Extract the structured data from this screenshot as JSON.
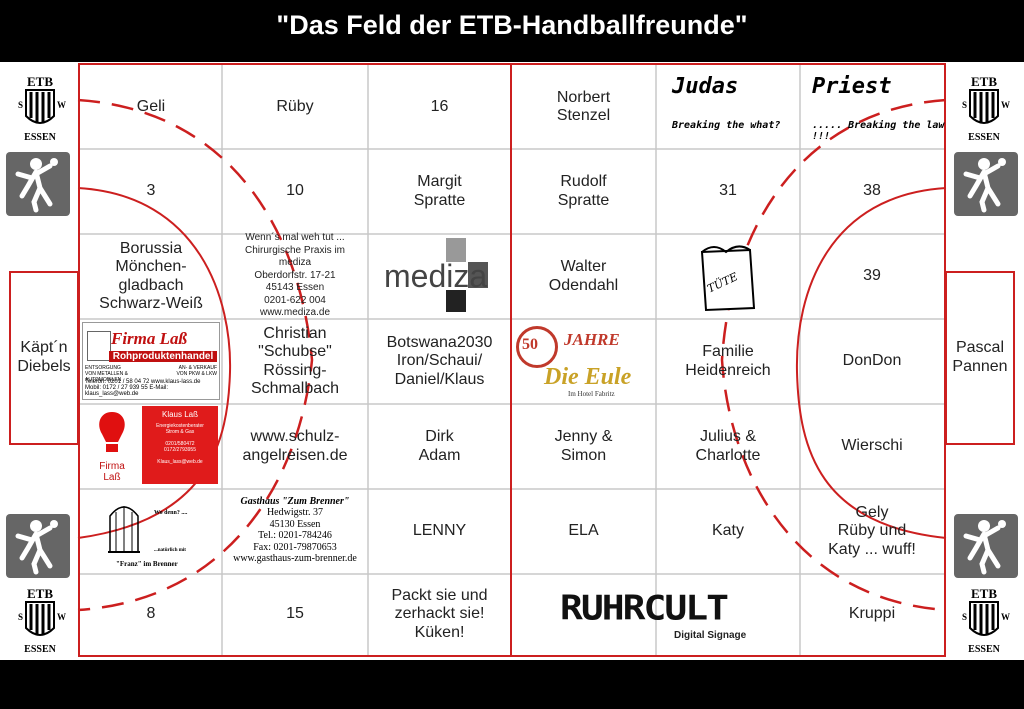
{
  "header": {
    "title": "\"Das Feld der ETB-Handballfreunde\""
  },
  "brand": {
    "logo_top": "ETB",
    "logo_left": "S",
    "logo_right": "W",
    "logo_bottom": "ESSEN"
  },
  "sides": {
    "left": "Käpt´n\nDiebels",
    "right": "Pascal\nPannen"
  },
  "grid": [
    [
      "Geli",
      "Rüby",
      "16",
      "Norbert\nStenzel",
      "",
      ""
    ],
    [
      "3",
      "10",
      "Margit\nSpratte",
      "Rudolf\nSpratte",
      "31",
      "38"
    ],
    [
      "Borussia\nMönchen-\ngladbach\nSchwarz-Weiß",
      "",
      "",
      "Walter\nOdendahl",
      "",
      "39"
    ],
    [
      "",
      "Christian\n\"Schubse\"\nRössing-\nSchmalbach",
      "Botswana2030\nIron/Schaui/\nDaniel/Klaus",
      "",
      "Familie\nHeidenreich",
      "DonDon"
    ],
    [
      "",
      "www.schulz-\nangelreisen.de",
      "Dirk\nAdam",
      "Jenny &\nSimon",
      "Julius &\nCharlotte",
      "Wierschi"
    ],
    [
      "",
      "",
      "LENNY",
      "ELA",
      "Katy",
      "Gely\nRüby und\nKaty ... wuff!"
    ],
    [
      "8",
      "15",
      "Packt sie und\nzerhackt sie!\nKüken!",
      "",
      "",
      "Kruppi"
    ]
  ],
  "ads": {
    "judas_title": "Judas",
    "judas_sub": "Breaking the what?",
    "priest_title": "Priest",
    "priest_sub": "..... Breaking the law !!!",
    "mediza_text": "Wenn´s mal weh tut ...\nChirurgische Praxis im mediza\nOberdorfstr. 17-21\n45143 Essen\n0201-622 004\nwww.mediza.de",
    "mediza_logo": "mediza",
    "tute": "TÜTE",
    "firma_title": "Firma Laß",
    "firma_sub": "Rohproduktenhandel",
    "firma_tag_left": "ENTSORGUNG\nVON METALLEN & AUTOMOBILEN",
    "firma_tag_right": "AN- & VERKAUF\nVON PKW & LKW",
    "firma_contact": "Telefon: 0201 / 58 04 72    www.klaus-lass.de\nMobil: 0172 / 27 939 55    E-Mail: klaus_lass@web.de",
    "jubilaeum": "50",
    "jahre": "JAHRE",
    "eule": "Die Eule",
    "eule_sub": "Im Hotel Fabritz",
    "firma_small": "Firma\nLaß",
    "klaus_card": "Klaus Laß",
    "klaus_line": "Energiekostenberater\nStrom & Gas",
    "klaus_phone": "0201/580472\n0172/2793955",
    "klaus_mail": "Klaus_lass@web.de",
    "cage_top": "Wo denn? ....",
    "cage_mid": "...natürlich mit",
    "cage_bottom": "\"Franz\" im Brenner",
    "brenner_title": "Gasthaus \"Zum Brenner\"",
    "brenner_text": "Hedwigstr. 37\n45130 Essen\nTel.: 0201-784246\nFax: 0201-79870653\nwww.gasthaus-zum-brenner.de",
    "ruhrcult": "RUHRCULT",
    "ruhrcult_sub": "Digital Signage"
  },
  "colors": {
    "line": "#cc1f1f",
    "grid": "#c8c8c8",
    "bar": "#000000",
    "player_bg": "#6a6a6a"
  }
}
